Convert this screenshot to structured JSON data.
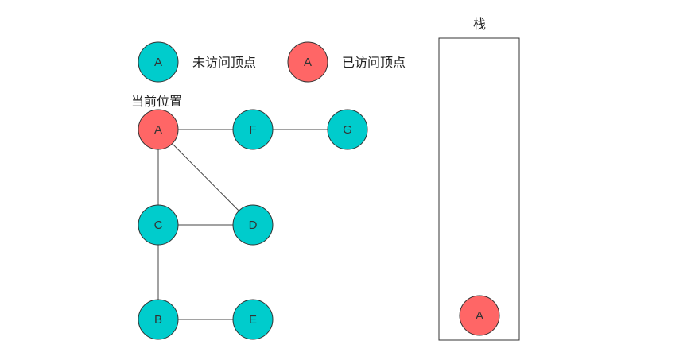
{
  "colors": {
    "unvisited": "#00CCCC",
    "visited": "#FF6666",
    "stroke": "#333333",
    "edge": "#444444"
  },
  "legend": {
    "unvisited": {
      "node_label": "A",
      "text": "未访问顶点"
    },
    "visited": {
      "node_label": "A",
      "text": "已访问顶点"
    }
  },
  "current_position_label": "当前位置",
  "graph": {
    "nodes": [
      {
        "id": "A",
        "label": "A",
        "state": "visited"
      },
      {
        "id": "F",
        "label": "F",
        "state": "unvisited"
      },
      {
        "id": "G",
        "label": "G",
        "state": "unvisited"
      },
      {
        "id": "C",
        "label": "C",
        "state": "unvisited"
      },
      {
        "id": "D",
        "label": "D",
        "state": "unvisited"
      },
      {
        "id": "B",
        "label": "B",
        "state": "unvisited"
      },
      {
        "id": "E",
        "label": "E",
        "state": "unvisited"
      }
    ],
    "edges": [
      [
        "A",
        "F"
      ],
      [
        "F",
        "G"
      ],
      [
        "A",
        "C"
      ],
      [
        "A",
        "D"
      ],
      [
        "C",
        "D"
      ],
      [
        "C",
        "B"
      ],
      [
        "B",
        "E"
      ]
    ]
  },
  "stack": {
    "title": "栈",
    "items": [
      {
        "label": "A",
        "state": "visited"
      }
    ]
  }
}
